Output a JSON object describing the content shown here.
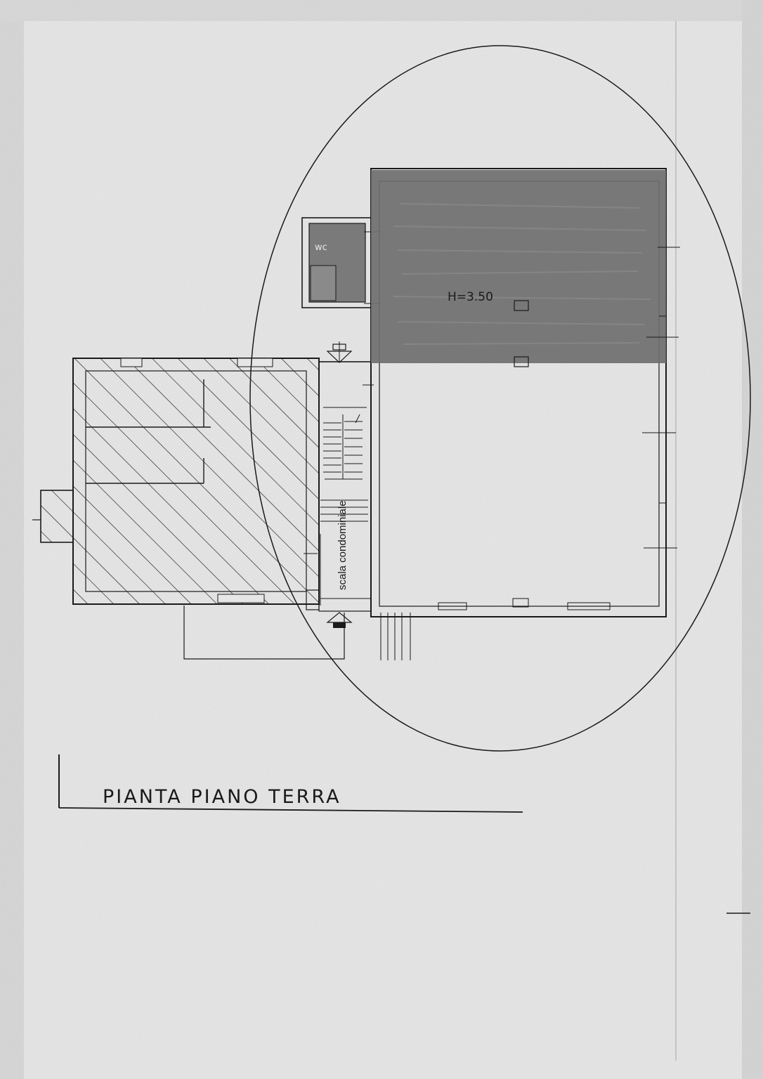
{
  "drawing": {
    "title": "PIANTA PIANO TERRA",
    "room_height_label": "H=3.50",
    "stair_label": "scala condominiale",
    "small_room_mark": "wc"
  },
  "colors": {
    "paper": "#e6e6e6",
    "paper_edge": "#cfcfcf",
    "ink": "#1a1a1a",
    "highlight_fill": "#6f6f6f"
  }
}
